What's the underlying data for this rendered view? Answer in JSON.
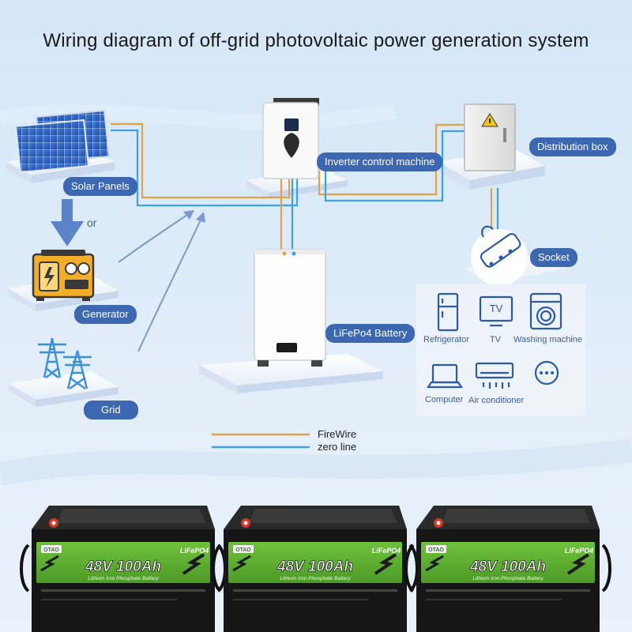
{
  "title": "Wiring diagram of off-grid photovoltaic power generation system",
  "labels": {
    "solar_panels": "Solar Panels",
    "or": "or",
    "generator": "Generator",
    "grid": "Grid",
    "inverter": "Inverter control machine",
    "distribution_box": "Distribution box",
    "socket": "Socket",
    "battery": "LiFePo4 Battery"
  },
  "appliances": {
    "refrigerator": "Refrigerator",
    "tv": "TV",
    "tv_icon_text": "TV",
    "washing_machine": "Washing machine",
    "computer": "Computer",
    "air_conditioner": "Air conditioner"
  },
  "legend": {
    "fire_wire": "FireWire",
    "zero_line": "zero line"
  },
  "battery_packs": [
    {
      "voltage_capacity": "48V 100Ah",
      "brand": "OTAO",
      "chem": "LiFePO4",
      "subtitle": "Lithium Iron Phosphate Battery"
    },
    {
      "voltage_capacity": "48V 100Ah",
      "brand": "OTAO",
      "chem": "LiFePO4",
      "subtitle": "Lithium Iron Phosphate Battery"
    },
    {
      "voltage_capacity": "48V 100Ah",
      "brand": "OTAO",
      "chem": "LiFePO4",
      "subtitle": "Lithium Iron Phosphate Battery"
    }
  ],
  "colors": {
    "fire_wire": "#e0a24a",
    "zero_line": "#3ea0e8",
    "tag_bg": "#3d67b1",
    "arrow": "#7d98cc",
    "battery_green": "#5cb232"
  }
}
